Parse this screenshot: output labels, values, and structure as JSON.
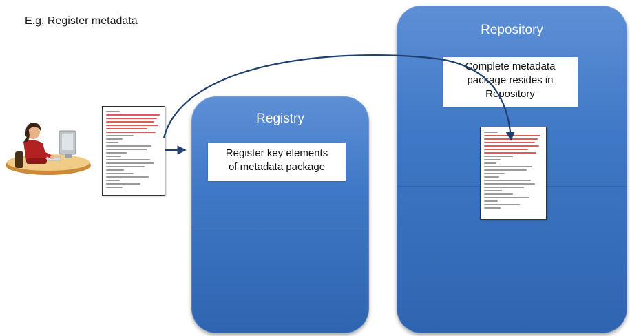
{
  "caption": "E.g. Register metadata",
  "registry": {
    "title": "Registry",
    "callout_line1": "Register key elements",
    "callout_line2": "of metadata package"
  },
  "repository": {
    "title": "Repository",
    "callout_line1": "Complete metadata",
    "callout_line2": "package resides in",
    "callout_line3": "Repository"
  },
  "icons": {
    "user": "person-at-computer-icon",
    "document": "metadata-document-icon",
    "arrow": "arrow-icon"
  },
  "colors": {
    "box_fill": "#3f78c6",
    "arrow": "#1f3f6e",
    "callout_fill": "#ffffff",
    "document_red_text": "#e05a5a"
  }
}
